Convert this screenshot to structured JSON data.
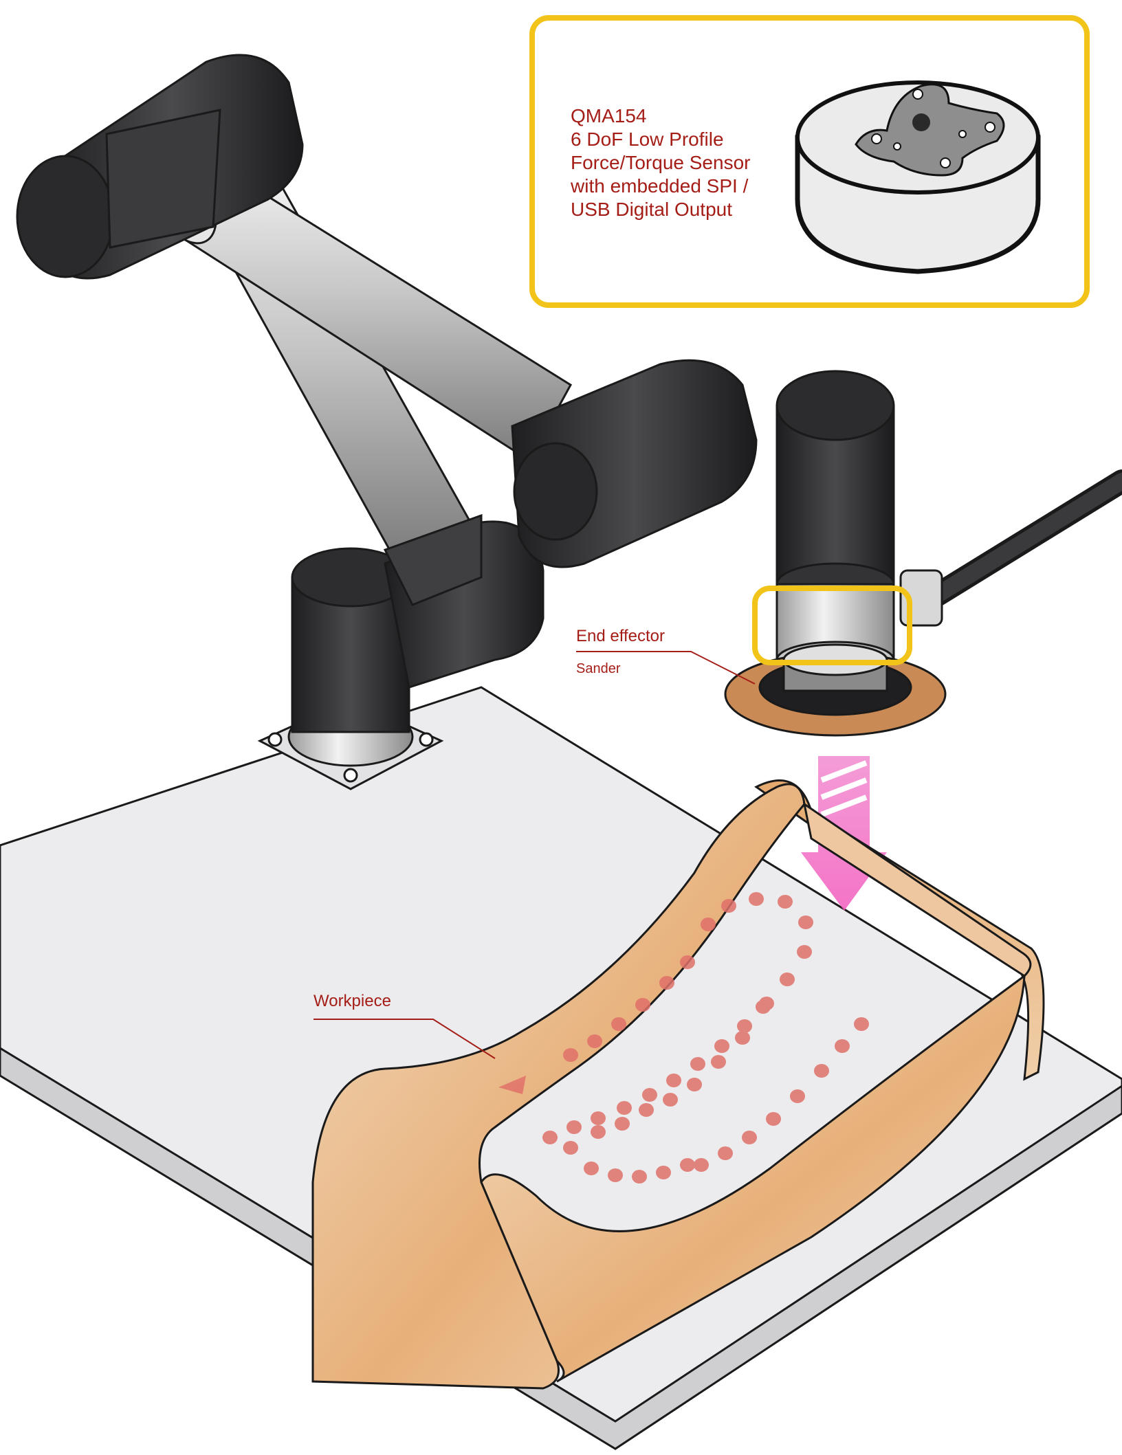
{
  "callout": {
    "lines": [
      "QMA154",
      "6 DoF Low Profile",
      "Force/Torque Sensor",
      "with embedded SPI /",
      "USB Digital Output"
    ]
  },
  "labels": {
    "end_effector": "End effector",
    "sander": "Sander",
    "workpiece": "Workpiece"
  },
  "colors": {
    "accent_yellow": "#f2c318",
    "label_red": "#a51d17",
    "robot_joint": "#2c2c2e",
    "arm_tube": "#c9c9c9",
    "base_plate": "#e8e8ea",
    "workpiece": "#e6ad73",
    "force_arrow": "#f06cc3",
    "path_dots": "#e0716a"
  },
  "icons": [
    "force-torque-sensor-icon",
    "force-arrow-icon",
    "sanding-path-icon"
  ]
}
